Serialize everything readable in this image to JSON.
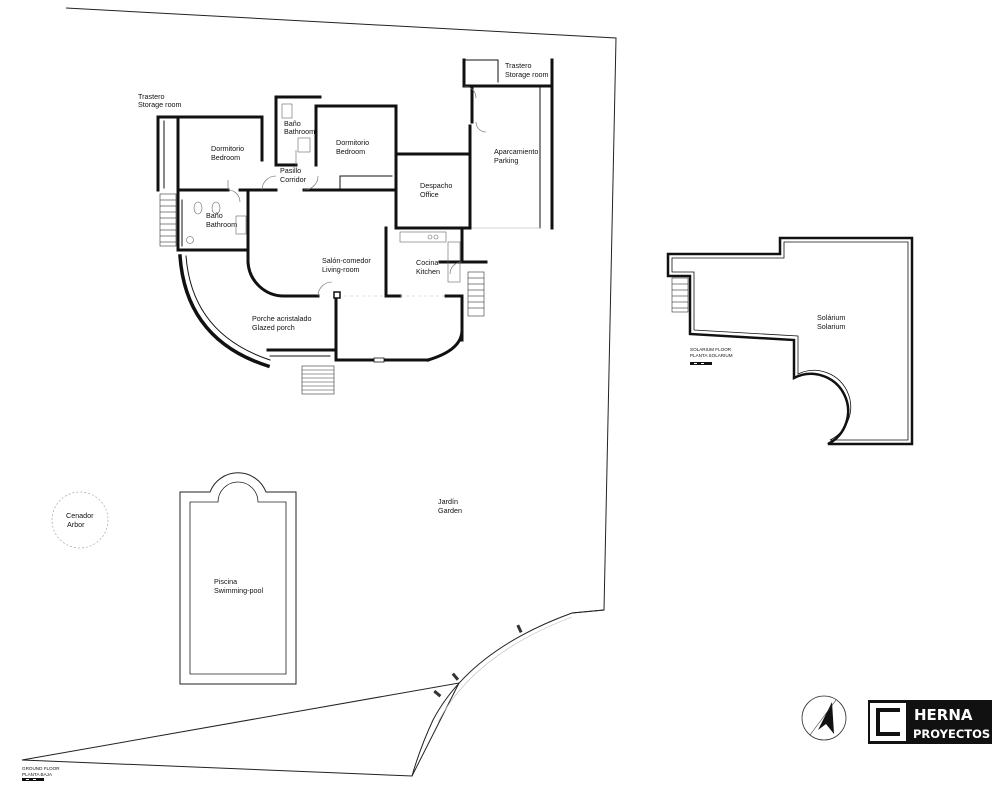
{
  "rooms": {
    "trastero_left": [
      "Trastero",
      "Storage room"
    ],
    "bano_top": [
      "Baño",
      "Bathroom"
    ],
    "dormitorio_left": [
      "Dormitorio",
      "Bedroom"
    ],
    "dormitorio_right": [
      "Dormitorio",
      "Bedroom"
    ],
    "pasillo": [
      "Pasillo",
      "Corridor"
    ],
    "bano_left": [
      "Baño",
      "Bathroom"
    ],
    "trastero_right": [
      "Trastero",
      "Storage room"
    ],
    "aparcamiento": [
      "Aparcamiento",
      "Parking"
    ],
    "despacho": [
      "Despacho",
      "Office"
    ],
    "salon": [
      "Salón-comedor",
      "Living-room"
    ],
    "cocina": [
      "Cocina",
      "Kitchen"
    ],
    "porche": [
      "Porche acristalado",
      "Glazed porch"
    ],
    "jardin": [
      "Jardín",
      "Garden"
    ],
    "cenador": [
      "Cenador",
      "Arbor"
    ],
    "piscina": [
      "Piscina",
      "Swimming-pool"
    ],
    "solarium": [
      "Solárium",
      "Solarium"
    ]
  },
  "floor_titles": {
    "ground": [
      "GROUND FLOOR",
      "PLANTA BAJA"
    ],
    "solarium": [
      "SOLARIUM FLOOR",
      "PLANTA SOLARIUM"
    ]
  },
  "logo": {
    "line1": "HERNA",
    "line2": "PROYECTOS"
  },
  "colors": {
    "wall": "#111111",
    "line": "#222222",
    "background": "#ffffff"
  }
}
